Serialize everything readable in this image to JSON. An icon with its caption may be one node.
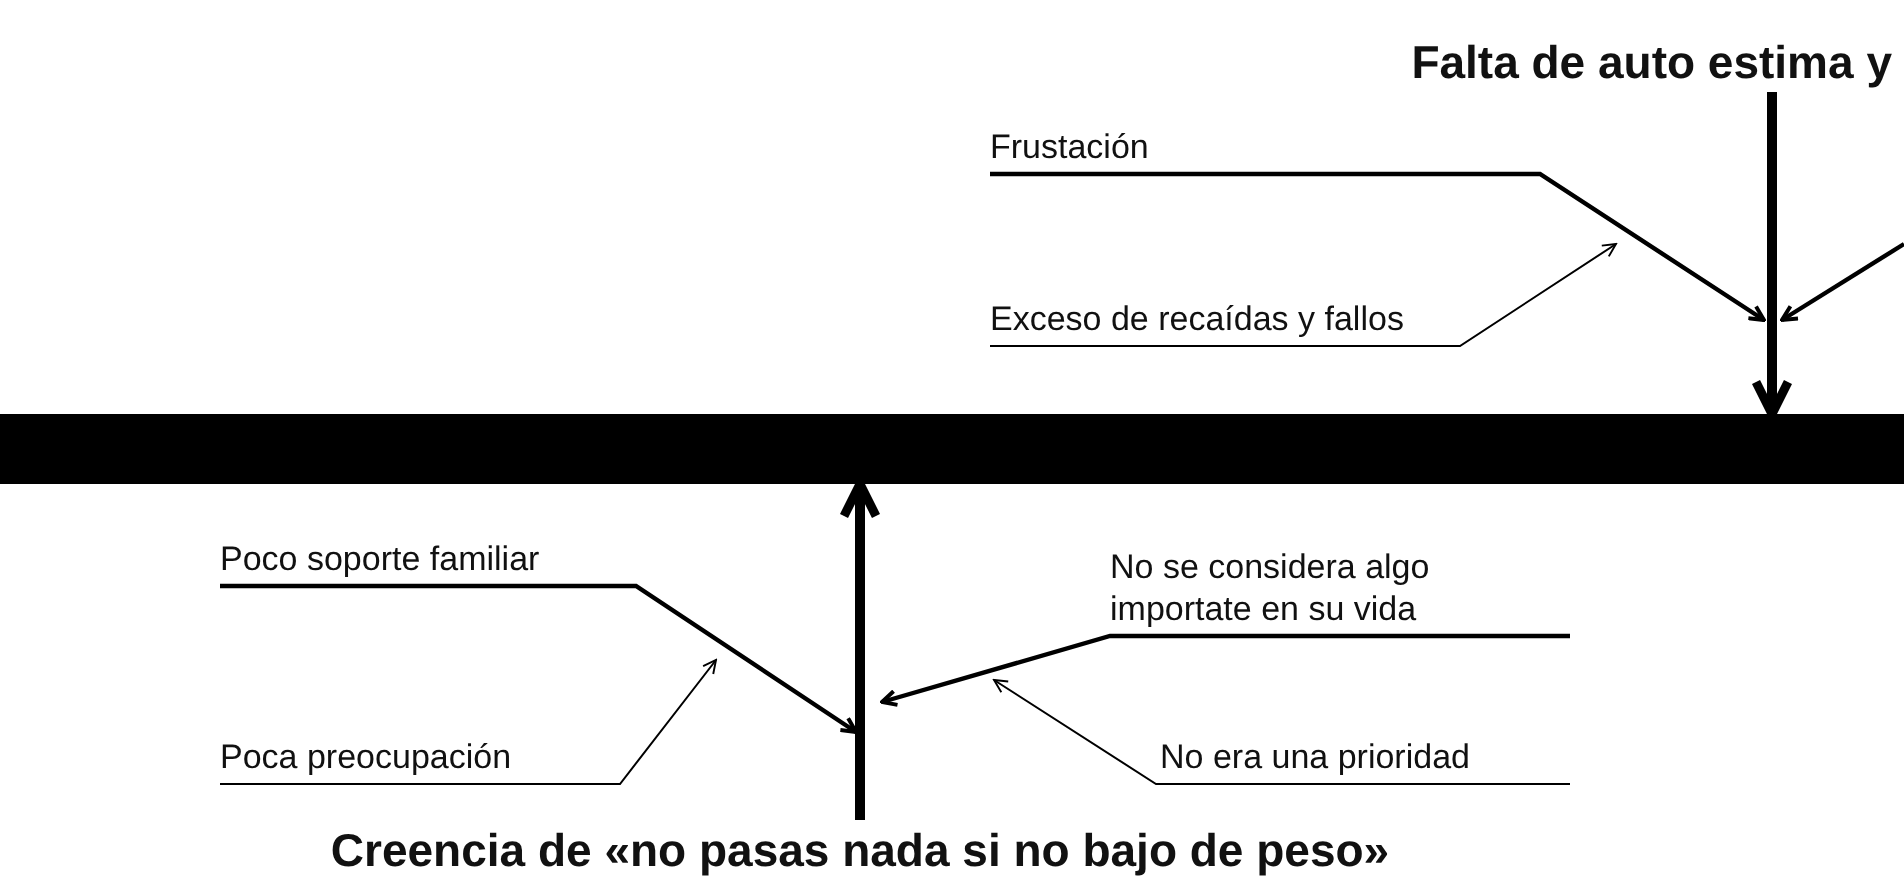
{
  "diagram": {
    "nodes": [
      {
        "text": [
          "Falta de auto estima y"
        ]
      },
      {
        "text": [
          "Frustación"
        ]
      },
      {
        "text": [
          "Exceso de recaídas y fallos"
        ]
      },
      {
        "text": [],
        "shape": "bar"
      },
      {
        "text": [
          "Poco soporte familiar"
        ]
      },
      {
        "text": [
          "No se considera algo importate en su vida"
        ]
      },
      {
        "text": [
          "Poca preocupación"
        ]
      },
      {
        "text": [
          "No era una prioridad"
        ]
      },
      {
        "text": [
          "Creencia de «no pasas nada si no bajo de peso»"
        ]
      }
    ],
    "edges": [
      {
        "from": 0,
        "to": 3,
        "arrow": "to",
        "style": "thick"
      },
      {
        "from": 1,
        "to": null,
        "arrow": "to"
      },
      {
        "from": 2,
        "to": null,
        "arrow": "to"
      },
      {
        "from": 8,
        "to": 3,
        "arrow": "to",
        "style": "thick"
      },
      {
        "from": 4,
        "to": null,
        "arrow": "to"
      },
      {
        "from": 6,
        "to": null,
        "arrow": "to"
      },
      {
        "from": 5,
        "to": null,
        "arrow": "to"
      },
      {
        "from": 7,
        "to": null,
        "arrow": "to"
      }
    ]
  }
}
